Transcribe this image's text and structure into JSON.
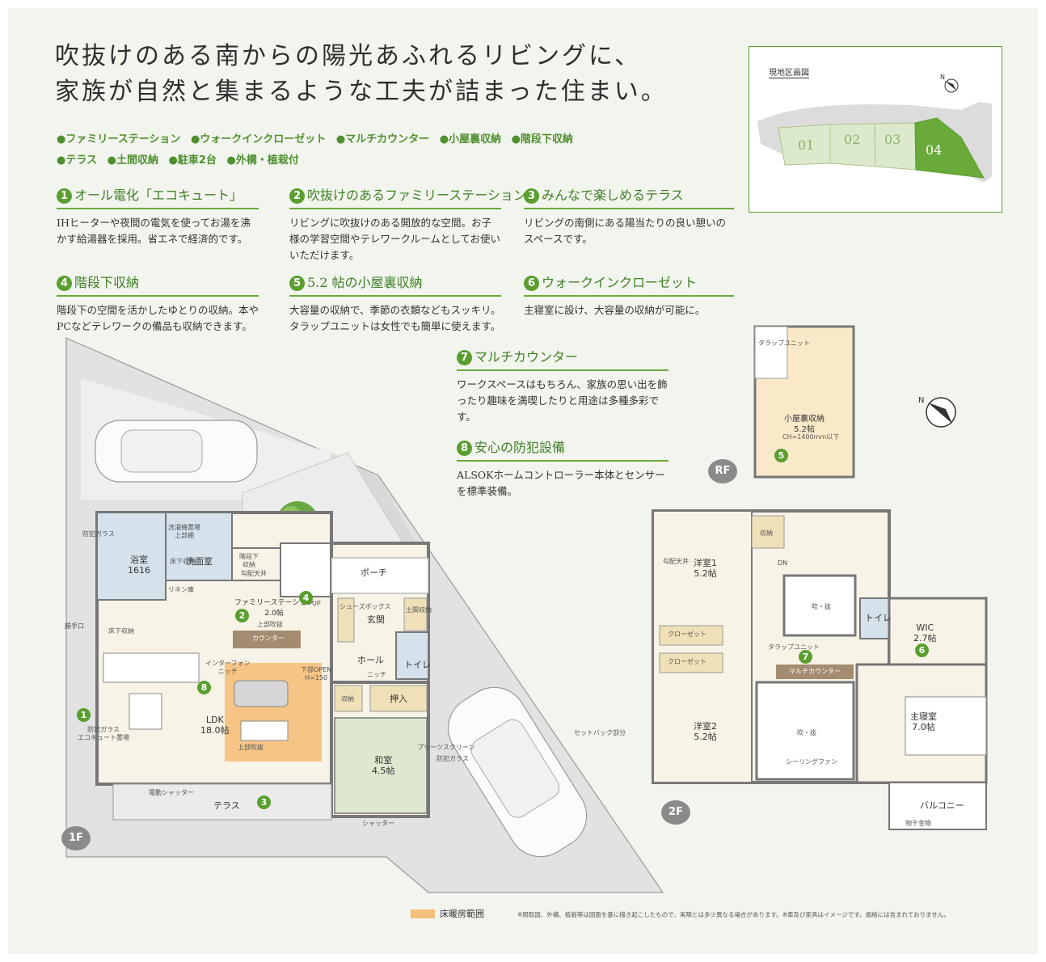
{
  "headline": {
    "line1": "吹抜けのある南からの陽光あふれるリビングに、",
    "line2": "家族が自然と集まるような工夫が詰まった住まい。"
  },
  "features": {
    "line1": [
      "●ファミリーステーション",
      "●ウォークインクローゼット",
      "●マルチカウンター",
      "●小屋裏収納",
      "●階段下収納"
    ],
    "line2": [
      "●テラス",
      "●土間収納",
      "●駐車2台",
      "●外構・植栽付"
    ]
  },
  "points": [
    {
      "num": "1",
      "title": "オール電化「エコキュート」",
      "body": "IHヒーターや夜間の電気を使ってお湯を沸かす給湯器を採用。省エネで経済的です。"
    },
    {
      "num": "2",
      "title": "吹抜けのあるファミリーステーション",
      "body": "リビングに吹抜けのある開放的な空間。お子様の学習空間やテレワークルームとしてお使いいただけます。"
    },
    {
      "num": "3",
      "title": "みんなで楽しめるテラス",
      "body": "リビングの南側にある陽当たりの良い憩いのスペースです。"
    },
    {
      "num": "4",
      "title": "階段下収納",
      "body": "階段下の空間を活かしたゆとりの収納。本やPCなどテレワークの備品も収納できます。"
    },
    {
      "num": "5",
      "title": "5.2 帖の小屋裏収納",
      "body": "大容量の収納で、季節の衣類などもスッキリ。タラップユニットは女性でも簡単に使えます。"
    },
    {
      "num": "6",
      "title": "ウォークインクローゼット",
      "body": "主寝室に設け、大容量の収納が可能に。"
    },
    {
      "num": "7",
      "title": "マルチカウンター",
      "body": "ワークスペースはもちろん、家族の思い出を飾ったり趣味を満喫したりと用途は多種多彩です。"
    },
    {
      "num": "8",
      "title": "安心の防犯設備",
      "body": "ALSOKホームコントローラー本体とセンサーを標準装備。"
    }
  ],
  "site_plan": {
    "title": "現地区画図",
    "lots": [
      "01",
      "02",
      "03",
      "04"
    ]
  },
  "floor1": {
    "badge": "1F",
    "rooms": {
      "bath": "浴室\n1616",
      "wash": "洗面室",
      "wash_storage": "洗濯機置場\n上部棚",
      "underfloor1": "床下収納",
      "linen": "リネン庫",
      "stair_storage": "階段下\n収納",
      "stair_storage_sub": "勾配天井",
      "family_station": "ファミリーステーション\n2.0帖",
      "fs_sub": "上部吹抜",
      "counter": "カウンター",
      "underfloor2": "床下収納",
      "ldk": "LDK\n18.0帖",
      "ldk_sub": "上部吹抜",
      "opening": "下部OPEN\nH=150",
      "interphone": "インターフォン\nニッチ",
      "porch": "ポーチ",
      "entrance": "玄関",
      "shoes": "シューズボックス",
      "earth_storage": "土間収納",
      "hall": "ホール",
      "niche": "ニッチ",
      "toilet": "トイレ",
      "storage": "収納",
      "closet": "押入",
      "washitsu": "和室\n4.5帖",
      "pleats": "プリーツスクリーン",
      "terrace": "テラス",
      "shutter1": "電動シャッター",
      "shutter2": "シャッター",
      "ecocute": "防犯ガラス\nエコキュート置場",
      "crime_glass1": "防犯ガラス",
      "crime_glass2": "防犯ガラス",
      "backdoor": "勝手口",
      "setback": "セットバック部分",
      "up": "UP"
    }
  },
  "floor2": {
    "badge": "2F",
    "rooms": {
      "room1": "洋室1\n5.2帖",
      "room2": "洋室2\n5.2帖",
      "closet1": "クローゼット",
      "closet2": "クローゼット",
      "storage": "収納",
      "void1": "吹・抜",
      "void2": "吹・抜",
      "toilet": "トイレ",
      "wic": "WIC\n2.7帖",
      "multi_counter": "マルチカウンター",
      "tarap": "タラップユニット",
      "master": "主寝室\n7.0帖",
      "ceiling_fan": "シーリングファン",
      "balcony": "バルコニー",
      "hanger": "物干金物",
      "slope": "勾配天井",
      "dn": "DN"
    }
  },
  "floorR": {
    "badge": "RF",
    "rooms": {
      "attic": "小屋裏収納\n5.2帖",
      "attic_sub": "CH=1400mm以下",
      "tarap": "タラップユニット"
    }
  },
  "markers": {
    "m1": "1",
    "m2": "2",
    "m3": "3",
    "m4": "4",
    "m5": "5",
    "m6": "6",
    "m7": "7",
    "m8": "8"
  },
  "legend": "床暖房範囲",
  "note": "※間取図、外構、植栽等は図面を基に描き起こしたもので、実際とは多少異なる場合があります。※車及び家具はイメージです。価格には含まれておりません。",
  "colors": {
    "green": "#5a9e2f",
    "floor_heating": "#f5c07a",
    "background": "#f2f5ee"
  }
}
